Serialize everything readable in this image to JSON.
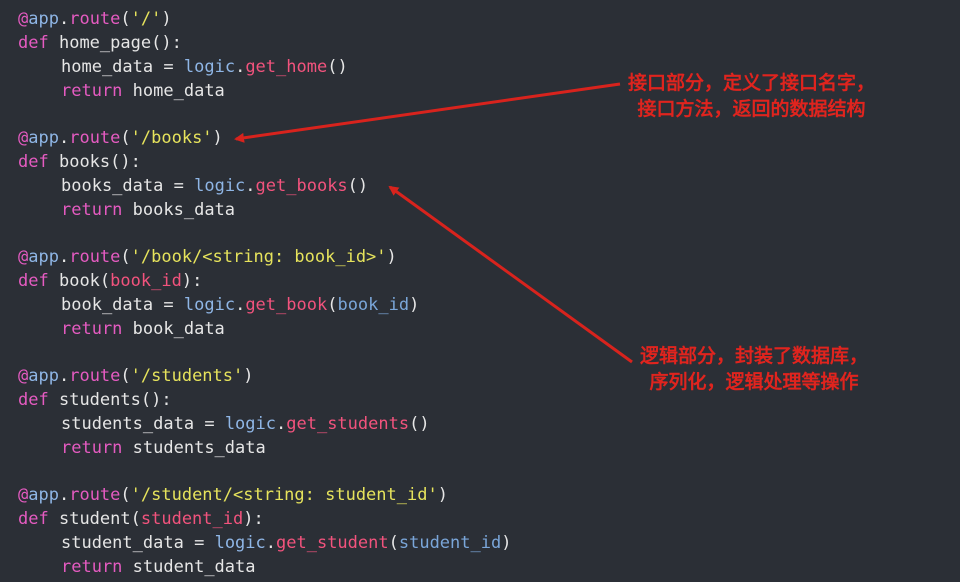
{
  "code": {
    "block1": {
      "decorator": {
        "at": "@",
        "app": "app",
        "dot": ".",
        "route": "route",
        "open": "(",
        "path": "'/'",
        "close": ")"
      },
      "def": {
        "kw": "def",
        "name": "home_page",
        "sig": "():"
      },
      "assign": {
        "var": "home_data",
        "eq": "=",
        "mod": "logic",
        "dot": ".",
        "call": "get_home",
        "parens": "()"
      },
      "ret": {
        "kw": "return",
        "val": "home_data"
      }
    },
    "block2": {
      "decorator": {
        "at": "@",
        "app": "app",
        "dot": ".",
        "route": "route",
        "open": "(",
        "path": "'/books'",
        "close": ")"
      },
      "def": {
        "kw": "def",
        "name": "books",
        "sig": "():"
      },
      "assign": {
        "var": "books_data",
        "eq": "=",
        "mod": "logic",
        "dot": ".",
        "call": "get_books",
        "parens": "()"
      },
      "ret": {
        "kw": "return",
        "val": "books_data"
      }
    },
    "block3": {
      "decorator": {
        "at": "@",
        "app": "app",
        "dot": ".",
        "route": "route",
        "open": "(",
        "path": "'/book/<string: book_id>'",
        "close": ")"
      },
      "def": {
        "kw": "def",
        "name": "book",
        "open": "(",
        "arg": "book_id",
        "close": "):"
      },
      "assign": {
        "var": "book_data",
        "eq": "=",
        "mod": "logic",
        "dot": ".",
        "call": "get_book",
        "open": "(",
        "arg": "book_id",
        "close": ")"
      },
      "ret": {
        "kw": "return",
        "val": "book_data"
      }
    },
    "block4": {
      "decorator": {
        "at": "@",
        "app": "app",
        "dot": ".",
        "route": "route",
        "open": "(",
        "path": "'/students'",
        "close": ")"
      },
      "def": {
        "kw": "def",
        "name": "students",
        "sig": "():"
      },
      "assign": {
        "var": "students_data",
        "eq": "=",
        "mod": "logic",
        "dot": ".",
        "call": "get_students",
        "parens": "()"
      },
      "ret": {
        "kw": "return",
        "val": "students_data"
      }
    },
    "block5": {
      "decorator": {
        "at": "@",
        "app": "app",
        "dot": ".",
        "route": "route",
        "open": "(",
        "path": "'/student/<string: student_id'",
        "close": ")"
      },
      "def": {
        "kw": "def",
        "name": "student",
        "open": "(",
        "arg": "student_id",
        "close": "):"
      },
      "assign": {
        "var": "student_data",
        "eq": "=",
        "mod": "logic",
        "dot": ".",
        "call": "get_student",
        "open": "(",
        "arg": "student_id",
        "close": ")"
      },
      "ret": {
        "kw": "return",
        "val": "student_data"
      }
    }
  },
  "annotations": {
    "interface": {
      "line1": "接口部分，定义了接口名字，",
      "line2": "接口方法，返回的数据结构"
    },
    "logic": {
      "line1": "逻辑部分，封装了数据库，",
      "line2": "序列化，逻辑处理等操作"
    }
  },
  "colors": {
    "background": "#2b2f36",
    "keyword": "#e55bc1",
    "string": "#e6e35c",
    "function_call": "#f2537d",
    "module": "#8fb6e6",
    "annotation": "#e0241e"
  }
}
